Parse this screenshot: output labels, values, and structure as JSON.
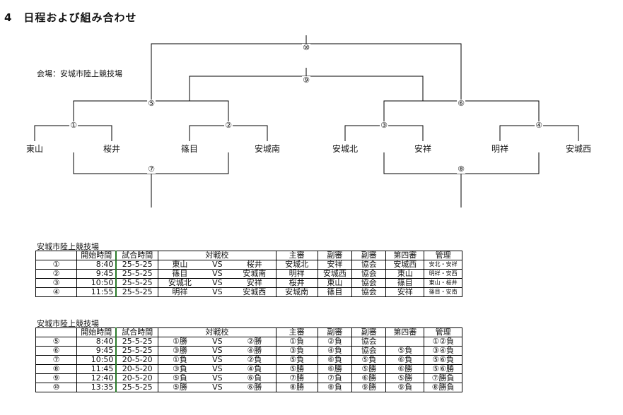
{
  "title": "4　日程および組み合わせ",
  "venue_label": "会場：安城市陸上競技場",
  "bracket": {
    "teams": [
      "東山",
      "桜井",
      "篠目",
      "安城南",
      "安城北",
      "安祥",
      "明祥",
      "安城西"
    ],
    "matches": [
      "①",
      "②",
      "③",
      "④",
      "⑤",
      "⑥",
      "⑦",
      "⑧",
      "⑨",
      "⑩"
    ]
  },
  "tables": [
    {
      "caption": "安城市陸上競技場",
      "headers": [
        "",
        "開始時間",
        "試合時間",
        "対戦校",
        "主審",
        "副審",
        "副審",
        "第四審",
        "管理"
      ],
      "rows": [
        {
          "no": "①",
          "start": "8:40",
          "time": "25-5-25",
          "home": "東山",
          "vs": "VS",
          "away": "桜井",
          "ref": "安城北",
          "ar1": "安祥",
          "ar2": "協会",
          "fourth": "安城西",
          "mgmt": "安北・安祥"
        },
        {
          "no": "②",
          "start": "9:45",
          "time": "25-5-25",
          "home": "篠目",
          "vs": "VS",
          "away": "安城南",
          "ref": "明祥",
          "ar1": "安城西",
          "ar2": "協会",
          "fourth": "東山",
          "mgmt": "明祥・安西"
        },
        {
          "no": "③",
          "start": "10:50",
          "time": "25-5-25",
          "home": "安城北",
          "vs": "VS",
          "away": "安祥",
          "ref": "桜井",
          "ar1": "東山",
          "ar2": "協会",
          "fourth": "篠目",
          "mgmt": "東山・桜井"
        },
        {
          "no": "④",
          "start": "11:55",
          "time": "25-5-25",
          "home": "明祥",
          "vs": "VS",
          "away": "安城西",
          "ref": "安城南",
          "ar1": "篠目",
          "ar2": "協会",
          "fourth": "安祥",
          "mgmt": "篠目・安南"
        }
      ]
    },
    {
      "caption": "安城市陸上競技場",
      "headers": [
        "",
        "開始時間",
        "試合時間",
        "対戦校",
        "主審",
        "副審",
        "副審",
        "第四審",
        "管理"
      ],
      "rows": [
        {
          "no": "⑤",
          "start": "8:40",
          "time": "25-5-25",
          "home": "①勝",
          "vs": "VS",
          "away": "②勝",
          "ref": "①負",
          "ar1": "②負",
          "ar2": "協会",
          "fourth": "",
          "mgmt": "①②負"
        },
        {
          "no": "⑥",
          "start": "9:45",
          "time": "25-5-25",
          "home": "③勝",
          "vs": "VS",
          "away": "④勝",
          "ref": "③負",
          "ar1": "④負",
          "ar2": "協会",
          "fourth": "⑤負",
          "mgmt": "③④負"
        },
        {
          "no": "⑦",
          "start": "10:50",
          "time": "20-5-20",
          "home": "①負",
          "vs": "VS",
          "away": "②負",
          "ref": "⑤負",
          "ar1": "⑥負",
          "ar2": "⑤負",
          "fourth": "⑥負",
          "mgmt": "⑤⑥負"
        },
        {
          "no": "⑧",
          "start": "11:45",
          "time": "20-5-20",
          "home": "③負",
          "vs": "VS",
          "away": "④負",
          "ref": "⑤勝",
          "ar1": "⑥勝",
          "ar2": "⑤勝",
          "fourth": "⑥勝",
          "mgmt": "⑤⑥勝"
        },
        {
          "no": "⑨",
          "start": "12:40",
          "time": "20-5-20",
          "home": "⑤負",
          "vs": "VS",
          "away": "⑥負",
          "ref": "⑦勝",
          "ar1": "⑦負",
          "ar2": "⑥勝",
          "fourth": "⑤勝",
          "mgmt": "⑦勝負"
        },
        {
          "no": "⑩",
          "start": "13:35",
          "time": "25-5-25",
          "home": "⑤勝",
          "vs": "VS",
          "away": "⑥勝",
          "ref": "⑧勝",
          "ar1": "⑧負",
          "ar2": "⑨勝",
          "fourth": "⑨負",
          "mgmt": "⑧勝負"
        }
      ]
    }
  ]
}
